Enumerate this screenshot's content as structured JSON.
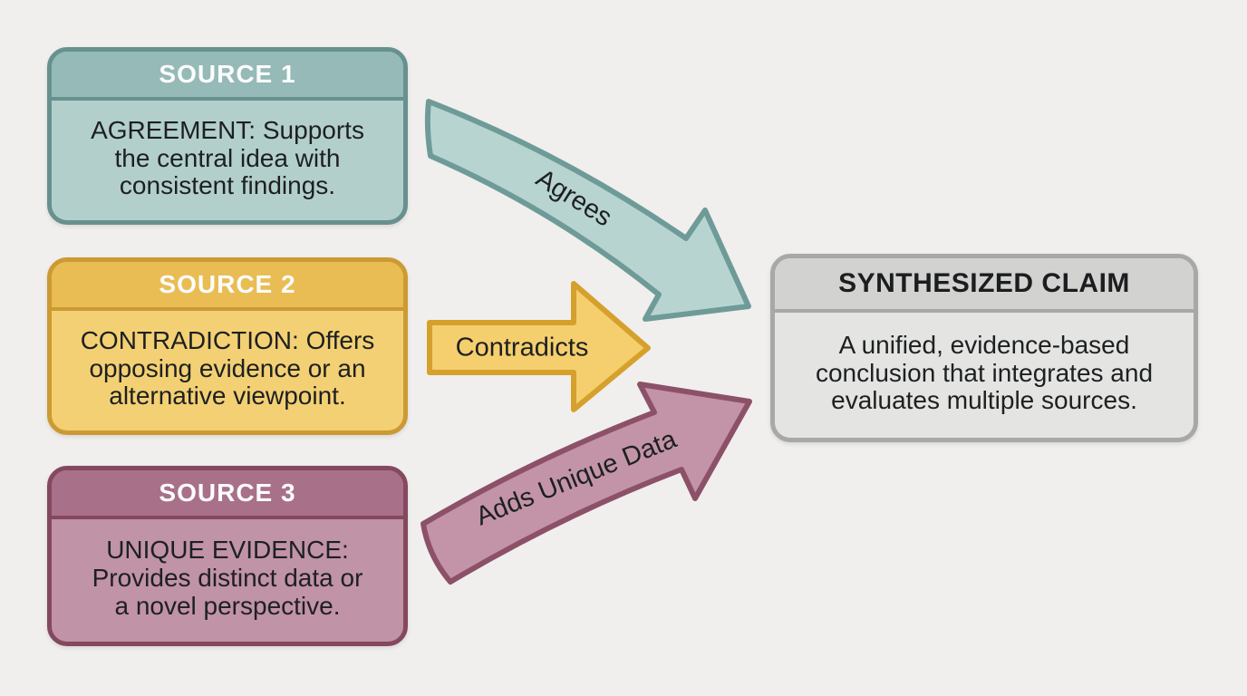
{
  "background_color": "#f0efed",
  "text_color": "#1d2021",
  "sources": [
    {
      "title": "SOURCE 1",
      "body": "AGREEMENT: Supports\nthe central idea with\nconsistent findings.",
      "header_color": "#95bab7",
      "body_color": "#b3cfcc",
      "border_color": "#67918e"
    },
    {
      "title": "SOURCE 2",
      "body": "CONTRADICTION: Offers\nopposing evidence or an\nalternative viewpoint.",
      "header_color": "#e9bd54",
      "body_color": "#f3d073",
      "border_color": "#cc9a33"
    },
    {
      "title": "SOURCE 3",
      "body": "UNIQUE EVIDENCE:\nProvides distinct data or\na novel perspective.",
      "header_color": "#a87089",
      "body_color": "#c193a6",
      "border_color": "#84485f"
    }
  ],
  "claim": {
    "title": "SYNTHESIZED CLAIM",
    "body": "A unified, evidence-based\nconclusion that integrates and\nevaluates multiple sources.",
    "header_color": "#d2d2d0",
    "body_color": "#e4e4e2",
    "border_color": "#a8a8a6"
  },
  "arrows": [
    {
      "label": "Agrees",
      "from": "SOURCE 1",
      "to": "SYNTHESIZED CLAIM",
      "fill_color": "#b8d4d1",
      "stroke_color": "#6e9b98"
    },
    {
      "label": "Contradicts",
      "from": "SOURCE 2",
      "to": "SYNTHESIZED CLAIM",
      "fill_color": "#f5cf6e",
      "stroke_color": "#d6a02c"
    },
    {
      "label": "Adds Unique Data",
      "from": "SOURCE 3",
      "to": "SYNTHESIZED CLAIM",
      "fill_color": "#c394a7",
      "stroke_color": "#8c5168"
    }
  ]
}
